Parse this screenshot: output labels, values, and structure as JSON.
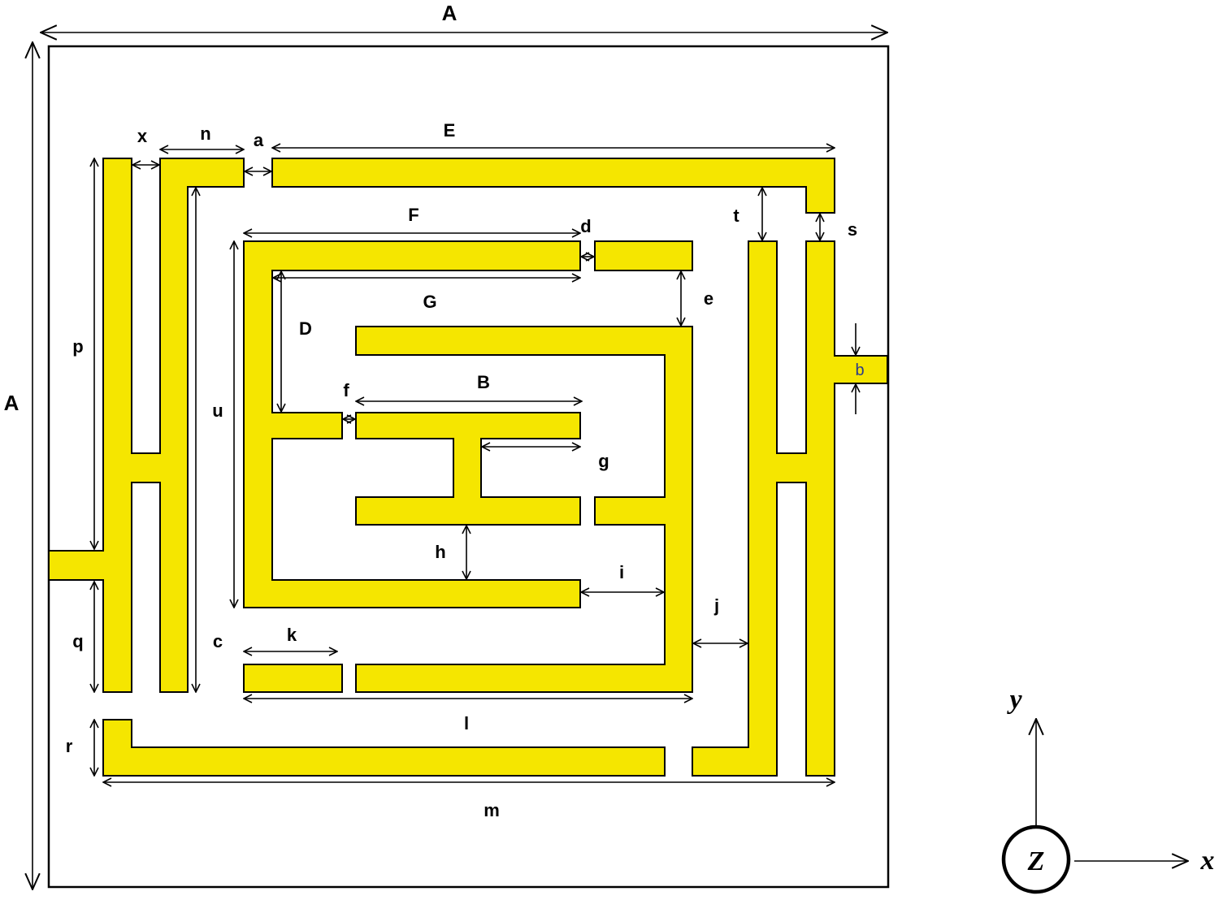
{
  "labels": {
    "A_top": "A",
    "A_left": "A",
    "a": "a",
    "b": "b",
    "c": "c",
    "d": "d",
    "e": "e",
    "f": "f",
    "g": "g",
    "h": "h",
    "i": "i",
    "j": "j",
    "k": "k",
    "l": "l",
    "m": "m",
    "n": "n",
    "p": "p",
    "q": "q",
    "r": "r",
    "s": "s",
    "t": "t",
    "u": "u",
    "x": "x",
    "B": "B",
    "D": "D",
    "E": "E",
    "F": "F",
    "G": "G"
  },
  "axes": {
    "y": "y",
    "x": "x",
    "z": "Z"
  },
  "colors": {
    "conductor": "#f5e600",
    "outline": "#000000"
  }
}
